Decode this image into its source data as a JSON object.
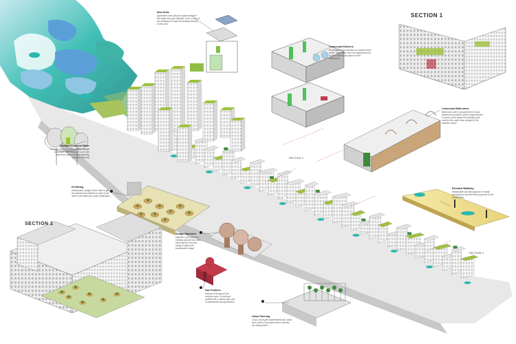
{
  "sections": {
    "section1": "SECTION 1",
    "section2": "SECTION 2",
    "section3": "SECTION 3",
    "section3_lower": "SECTION 3"
  },
  "annotations": [
    {
      "id": "new-units",
      "title": "New Units",
      "text": "Apartment units will get replaced where the water tubs get installed, to do so top of the buildings to keep the building density of the area"
    },
    {
      "id": "communal-kitchens",
      "title": "Communal Kitchens",
      "text": "Re-designing the kitchens to replace them in the \"water hub\" from the apartment unit to be a communal space for the residences"
    },
    {
      "id": "communal-bathrooms",
      "title": "Communal Bathrooms",
      "text": "Bathrooms are re-programed to house bathhouse activities and be implemented in areas of the apartment building that connect the water flow straight to the retention basin"
    },
    {
      "id": "sludge-compost",
      "title": "Sludge / Compost Water",
      "text": "Compost slurry and Wastewater Sludge would get mixed together so to use insect and speed up the digesting process naturally"
    },
    {
      "id": "fertilizing",
      "title": "Fertilizing",
      "text": "Wastewater sludge will be able to get de-watered and heated in order to be able to be made into urban fertilization"
    },
    {
      "id": "sludge-digesters",
      "title": "Sludge Digesters",
      "text": "Digesters are placed in existing ground floor labs, warming and success rating to digest the wastewater sludge"
    },
    {
      "id": "gas-purifiers",
      "title": "Gas Purifiers",
      "text": "Instead of flaring off the methane gas, it could get purified into a natural gas and re-distributed into apartments"
    },
    {
      "id": "urban-farming",
      "title": "Urban Farming",
      "text": "Crops could get implemented into urban lines where community farms already are taking place"
    },
    {
      "id": "elevated-walkway",
      "title": "Elevated Walkway",
      "text": "Wastewater will decompose in certain ecosystems that will flow by gravity to the ground floor"
    }
  ],
  "colors": {
    "water": "#2cb8ad",
    "pool": "#5b9fd8",
    "facade": "#f2f2f2",
    "roof_green": "#9fc23b",
    "green_dark": "#3d8a3a",
    "accent_red": "#c23b4b",
    "soil": "#cfa35a",
    "leader": "#d06a6a"
  },
  "icons": [
    "number-marker-icon",
    "leader-line-icon"
  ]
}
